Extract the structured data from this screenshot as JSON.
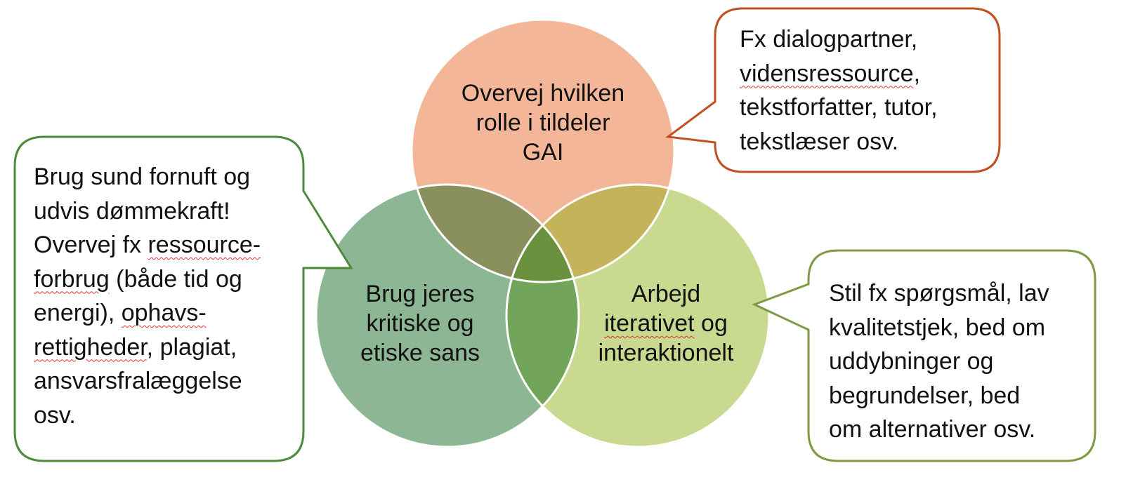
{
  "colors": {
    "top_circle": "#f3b698",
    "left_circle": "#8db794",
    "right_circle": "#c9d98f",
    "overlap_top_left": "#8a8f5e",
    "overlap_top_right": "#c3b35b",
    "overlap_left_right": "#72a55a",
    "overlap_center": "#6a923e",
    "callout_top_right_border": "#c0501f",
    "callout_left_border": "#4e8a3a",
    "callout_right_border": "#7f9a45"
  },
  "circles": {
    "top_line1": "Overvej hvilken",
    "top_line2": "rolle i tildeler",
    "top_line3": "GAI",
    "left_line1": "Brug jeres",
    "left_line2": "kritiske og",
    "left_line3": "etiske sans",
    "right_line1": "Arbejd",
    "right_line2": "iterativet",
    "right_line2_suffix": " og",
    "right_line3": "interaktionelt"
  },
  "callouts": {
    "top_right": {
      "line1": "Fx dialogpartner,",
      "line2_word": "vidensressource",
      "line2_suffix": ",",
      "line3": "tekstforfatter, tutor,",
      "line4": "tekstlæser osv."
    },
    "left": {
      "line1": "Brug sund fornuft og",
      "line2": "udvis dømmekraft!",
      "line3_prefix": "Overvej fx ",
      "line3_word": "ressource-",
      "line4_word": "forbrug",
      "line4_suffix": " (både tid og",
      "line5_prefix": "energi), ",
      "line5_word": "ophavs-",
      "line6_word": "rettigheder",
      "line6_suffix": ", plagiat,",
      "line7": "ansvarsfralæggelse",
      "line8": "osv."
    },
    "right": {
      "line1": "Stil fx spørgsmål, lav",
      "line2": "kvalitetstjek, bed om",
      "line3": "uddybninger og",
      "line4": "begrundelser, bed",
      "line5": "om alternativer osv."
    }
  }
}
